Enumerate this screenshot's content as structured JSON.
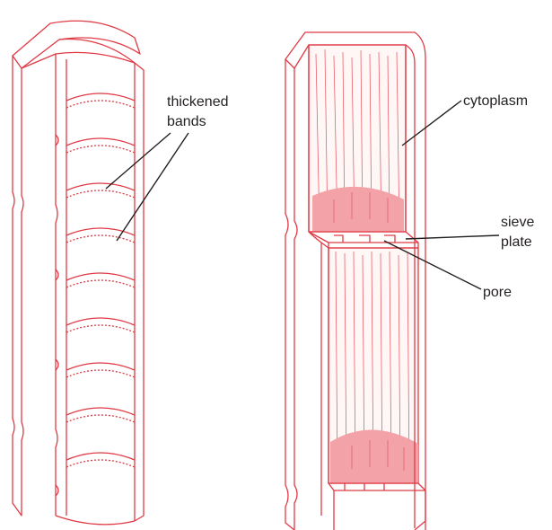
{
  "colors": {
    "outline": "#e03a45",
    "stipple": "#e8616b",
    "fill": "#fff6f6",
    "label": "#231f20"
  },
  "labels": {
    "thickened_bands": {
      "line1": "thickened",
      "line2": "bands"
    },
    "cytoplasm": "cytoplasm",
    "sieve_plate": {
      "line1": "sieve",
      "line2": "plate"
    },
    "pore": "pore"
  }
}
